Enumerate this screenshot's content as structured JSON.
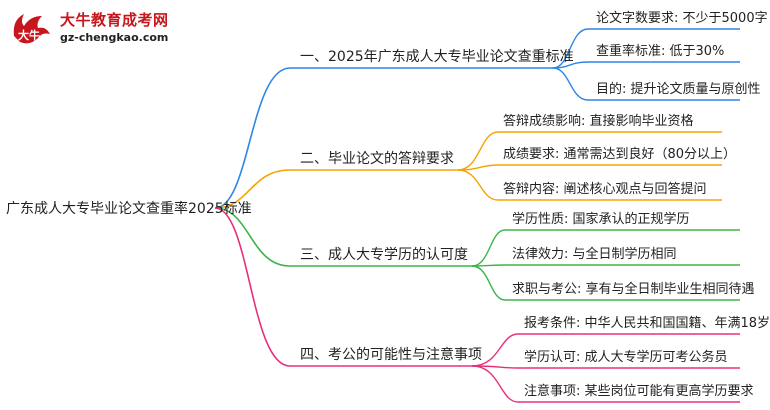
{
  "logo": {
    "title": "大牛教育成考网",
    "url": "gz-chengkao.com",
    "badge_text": "大牛"
  },
  "colors": {
    "blue": "#2f86e6",
    "orange": "#f5a300",
    "green": "#3bb54a",
    "pink": "#e8307a",
    "root_line": "#9aa4b4"
  },
  "root": "广东成人大专毕业论文查重率2025标准",
  "branches": [
    {
      "label": "一、2025年广东成人大专毕业论文查重标准",
      "color": "blue",
      "children": [
        "论文字数要求: 不少于5000字",
        "查重率标准: 低于30%",
        "目的: 提升论文质量与原创性"
      ]
    },
    {
      "label": "二、毕业论文的答辩要求",
      "color": "orange",
      "children": [
        "答辩成绩影响: 直接影响毕业资格",
        "成绩要求: 通常需达到良好（80分以上）",
        "答辩内容: 阐述核心观点与回答提问"
      ]
    },
    {
      "label": "三、成人大专学历的认可度",
      "color": "green",
      "children": [
        "学历性质: 国家承认的正规学历",
        "法律效力: 与全日制学历相同",
        "求职与考公: 享有与全日制毕业生相同待遇"
      ]
    },
    {
      "label": "四、考公的可能性与注意事项",
      "color": "pink",
      "children": [
        "报考条件: 中华人民共和国国籍、年满18岁",
        "学历认可: 成人大专学历可考公务员",
        "注意事项: 某些岗位可能有更高学历要求"
      ]
    }
  ]
}
